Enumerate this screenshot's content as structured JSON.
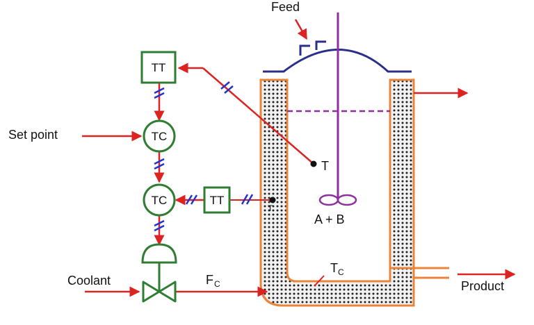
{
  "labels": {
    "feed": "Feed",
    "set_point": "Set point",
    "coolant": "Coolant",
    "product": "Product",
    "fc_main": "F",
    "fc_sub": "C",
    "tc_main": "T",
    "tc_sub": "C",
    "t": "T",
    "tj": "T",
    "mixture": "A + B"
  },
  "instruments": {
    "tt_top": "TT",
    "tc_top": "TC",
    "tc_mid": "TC",
    "tt_mid": "TT"
  },
  "colors": {
    "signal_line": "#dd2222",
    "electrical_tick": "#2233cc",
    "instrument": "#2e7d32",
    "jacket": "#e8853a",
    "vessel_head": "#2a2f8a",
    "agitator": "#8e2fa0",
    "fill_pattern": "#222222"
  },
  "icons": {
    "valve": "control-valve-icon",
    "actuator": "valve-actuator-icon",
    "agitator": "impeller-icon"
  }
}
